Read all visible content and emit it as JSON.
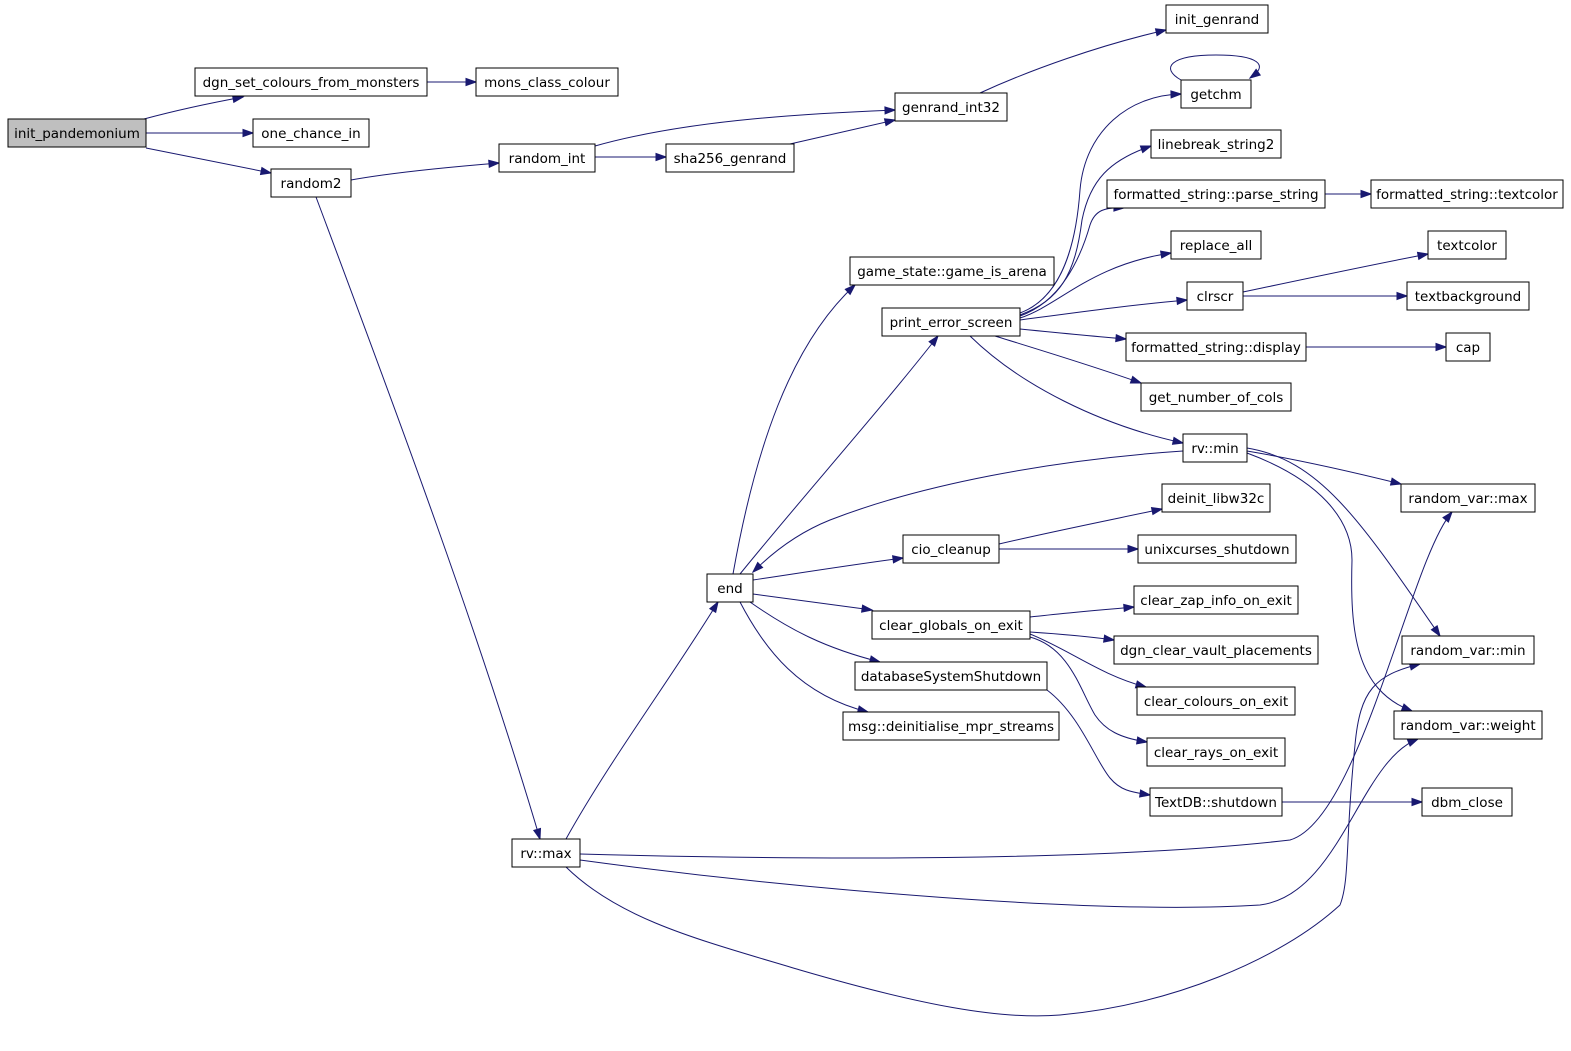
{
  "colors": {
    "edge": "#191970",
    "node_fill": "#ffffff",
    "root_fill": "#bfbfbf",
    "node_border": "#000000"
  },
  "nodes": {
    "init_pandemonium": "init_pandemonium",
    "dgn_set_colours_from_monsters": "dgn_set_colours_from_monsters",
    "one_chance_in": "one_chance_in",
    "random2": "random2",
    "mons_class_colour": "mons_class_colour",
    "random_int": "random_int",
    "sha256_genrand": "sha256_genrand",
    "genrand_int32": "genrand_int32",
    "init_genrand": "init_genrand",
    "getchm": "getchm",
    "linebreak_string2": "linebreak_string2",
    "parse_string": "formatted_string::parse_string",
    "fs_textcolor": "formatted_string::textcolor",
    "replace_all": "replace_all",
    "game_is_arena": "game_state::game_is_arena",
    "textcolor": "textcolor",
    "print_error_screen": "print_error_screen",
    "clrscr": "clrscr",
    "textbackground": "textbackground",
    "fs_display": "formatted_string::display",
    "cap": "cap",
    "get_number_of_cols": "get_number_of_cols",
    "rv_min": "rv::min",
    "deinit_libw32c": "deinit_libw32c",
    "random_var_max": "random_var::max",
    "cio_cleanup": "cio_cleanup",
    "unixcurses_shutdown": "unixcurses_shutdown",
    "end": "end",
    "clear_zap_info_on_exit": "clear_zap_info_on_exit",
    "clear_globals_on_exit": "clear_globals_on_exit",
    "dgn_clear_vault_placements": "dgn_clear_vault_placements",
    "random_var_min": "random_var::min",
    "databaseSystemShutdown": "databaseSystemShutdown",
    "clear_colours_on_exit": "clear_colours_on_exit",
    "msg_deinit": "msg::deinitialise_mpr_streams",
    "random_var_weight": "random_var::weight",
    "clear_rays_on_exit": "clear_rays_on_exit",
    "textdb_shutdown": "TextDB::shutdown",
    "dbm_close": "dbm_close",
    "rv_max": "rv::max"
  }
}
